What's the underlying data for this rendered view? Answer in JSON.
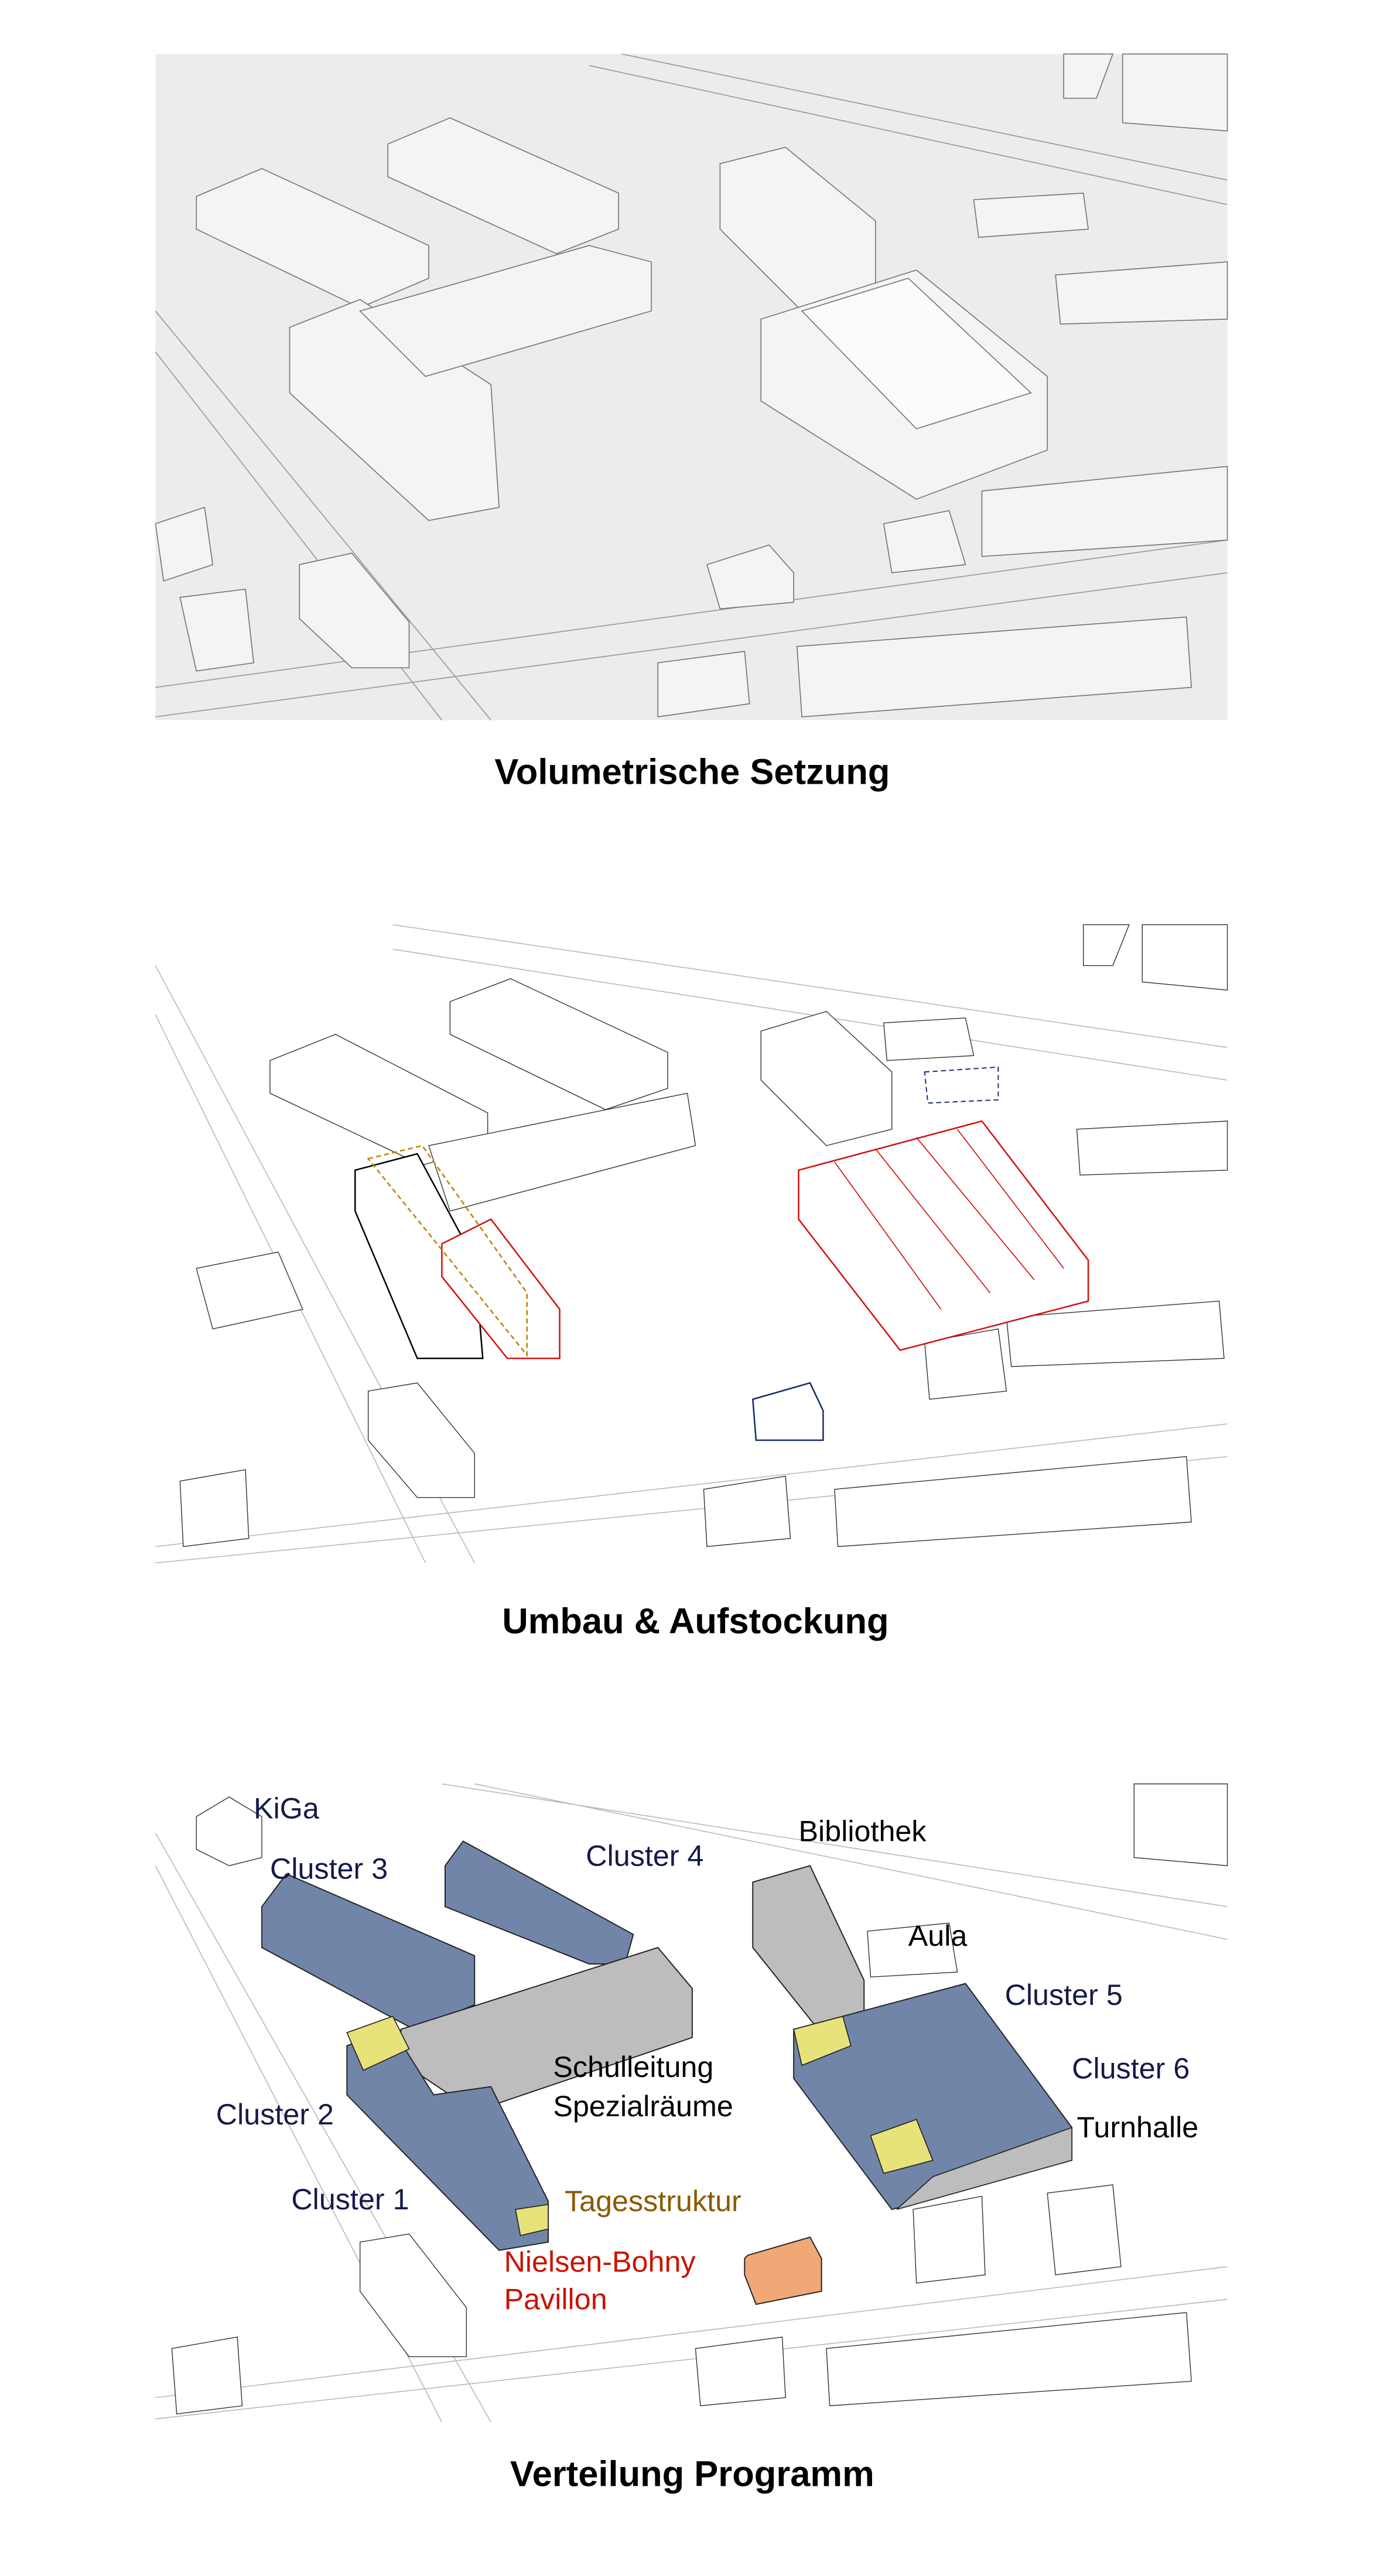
{
  "panels": [
    {
      "title": "Volumetrische Setzung"
    },
    {
      "title": "Umbau & Aufstockung"
    },
    {
      "title": "Verteilung Programm",
      "labels": {
        "kiga": "KiGa",
        "cluster3": "Cluster 3",
        "cluster4": "Cluster 4",
        "bibliothek": "Bibliothek",
        "aula": "Aula",
        "cluster5": "Cluster 5",
        "cluster6": "Cluster 6",
        "turnhalle": "Turnhalle",
        "schulleitung": "Schulleitung",
        "spezialraeume": "Spezialräume",
        "cluster2": "Cluster 2",
        "cluster1": "Cluster 1",
        "tagesstruktur": "Tagesstruktur",
        "pavillon_1": "Nielsen-Bohny",
        "pavillon_2": "Pavillon"
      }
    }
  ],
  "colors": {
    "cluster": "#7185a8",
    "common": "#bdbdbd",
    "tagesstruktur": "#e8e27a",
    "pavillon": "#f0a877",
    "existing_red": "#d01010",
    "label_dark": "#141a4a",
    "label_brown": "#8a5a00",
    "label_red": "#c81400"
  }
}
